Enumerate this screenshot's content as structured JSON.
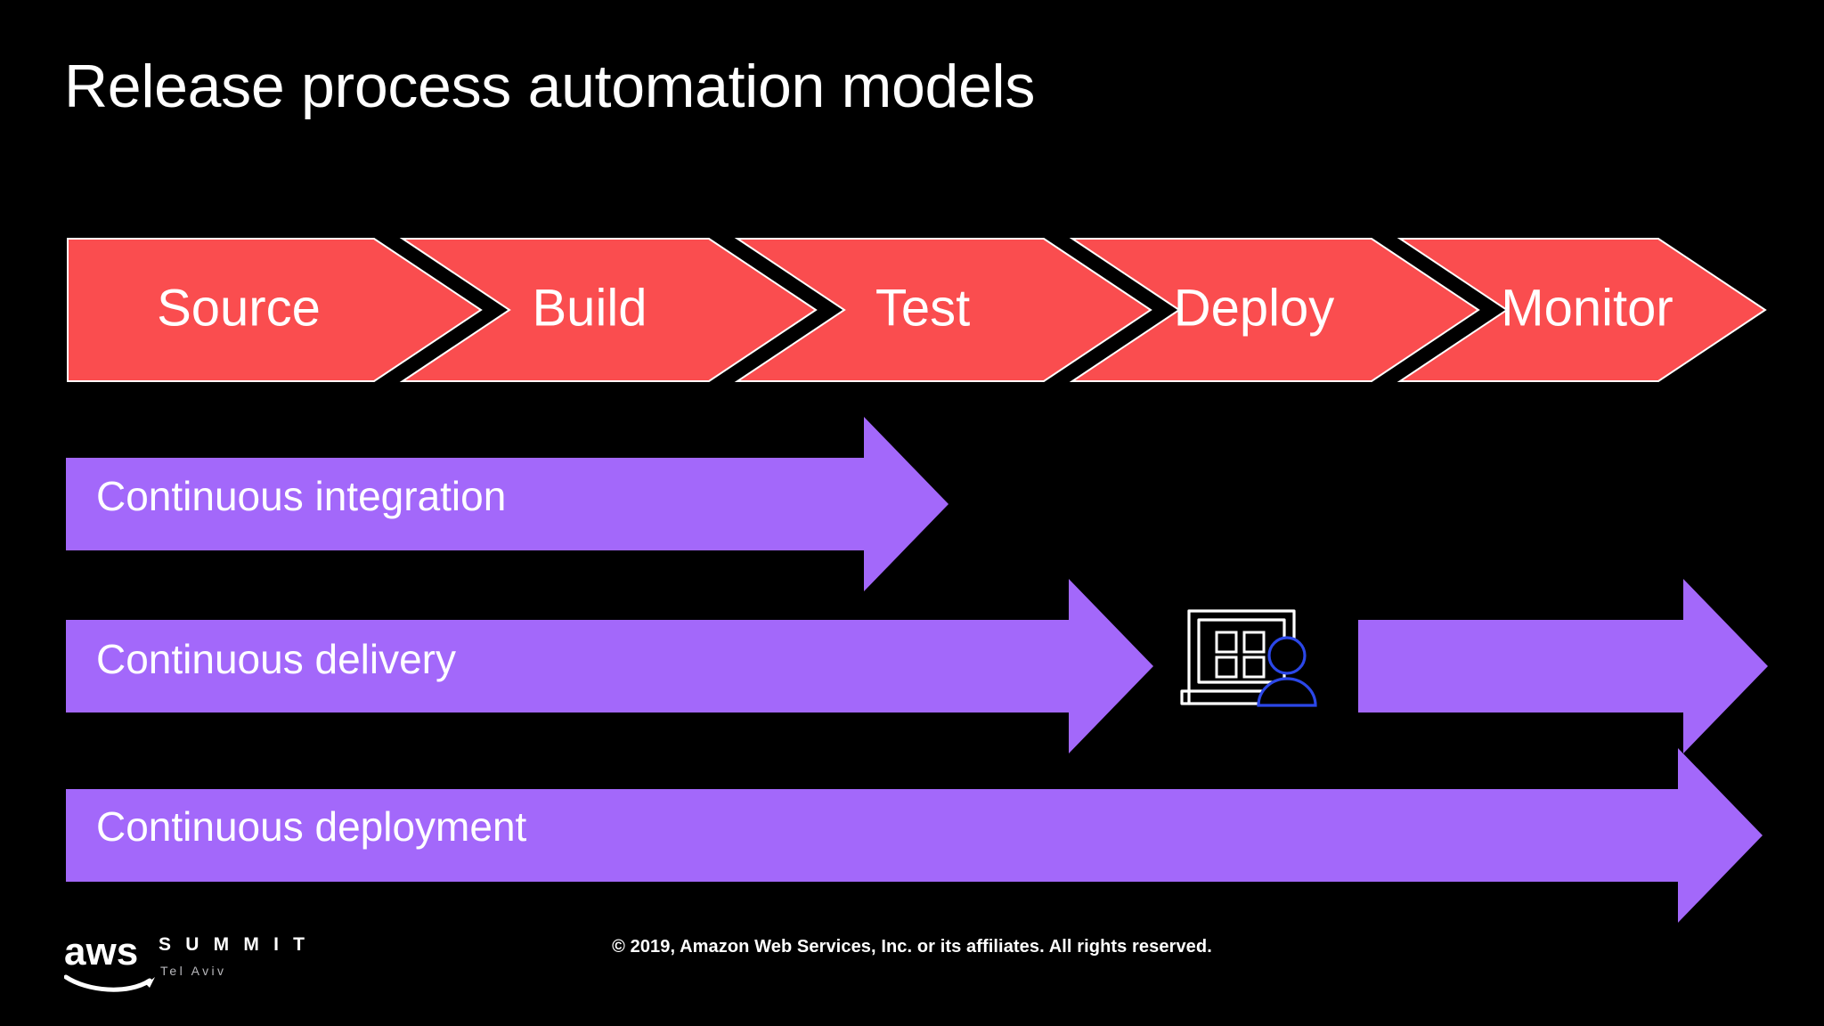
{
  "slide": {
    "title": "Release process automation models",
    "background_color": "#000000"
  },
  "colors": {
    "background": "#000000",
    "stage_fill": "#FA4D4F",
    "stage_outline": "#FFFFFF",
    "arrow_fill": "#A368FA",
    "text": "#FFFFFF",
    "icon_outline": "#FFFFFF",
    "icon_person": "#2B47E8"
  },
  "pipeline": {
    "stages": [
      {
        "label": "Source"
      },
      {
        "label": "Build"
      },
      {
        "label": "Test"
      },
      {
        "label": "Deploy"
      },
      {
        "label": "Monitor"
      }
    ]
  },
  "models": [
    {
      "id": "continuous-integration",
      "label": "Continuous integration",
      "spans": [
        "Source",
        "Build",
        "Test"
      ]
    },
    {
      "id": "continuous-delivery",
      "label": "Continuous delivery",
      "spans": [
        "Source",
        "Build",
        "Test",
        "Deploy"
      ],
      "manual_gate": true
    },
    {
      "id": "continuous-deployment",
      "label": "Continuous deployment",
      "spans": [
        "Source",
        "Build",
        "Test",
        "Deploy",
        "Monitor"
      ],
      "manual_gate": false
    }
  ],
  "stage_icon": {
    "name": "laptop-approval-person-icon",
    "description": "Laptop with four tiles and a person"
  },
  "footer": {
    "brand": "aws",
    "summit": "S U M M I T",
    "city": "Tel Aviv",
    "copyright": "© 2019, Amazon Web Services, Inc. or its affiliates. All rights reserved."
  }
}
